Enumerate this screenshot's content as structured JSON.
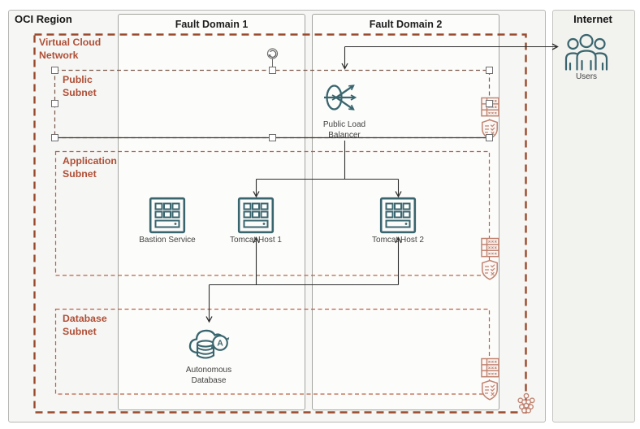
{
  "region": {
    "title": "OCI Region"
  },
  "internet": {
    "title": "Internet"
  },
  "fault_domains": [
    {
      "label": "Fault Domain 1"
    },
    {
      "label": "Fault Domain 2"
    }
  ],
  "vcn": {
    "label": "Virtual Cloud Network",
    "icon": "vcn-cluster-icon"
  },
  "subnets": [
    {
      "label": "Public Subnet",
      "state": "selected",
      "edge_icons": [
        "route-table-icon",
        "security-list-icon"
      ]
    },
    {
      "label": "Application Subnet",
      "edge_icons": [
        "route-table-icon",
        "security-list-icon"
      ]
    },
    {
      "label": "Database Subnet",
      "edge_icons": [
        "route-table-icon",
        "security-list-icon"
      ]
    }
  ],
  "nodes": {
    "load_balancer": {
      "label": "Public Load Balancer",
      "icon": "load-balancer-icon"
    },
    "bastion": {
      "label": "Bastion Service",
      "icon": "compute-icon"
    },
    "tomcat1": {
      "label": "Tomcat Host 1",
      "icon": "compute-icon"
    },
    "tomcat2": {
      "label": "Tomcat Host 2",
      "icon": "compute-icon"
    },
    "adb": {
      "label": "Autonomous Database",
      "icon": "autonomous-database-icon"
    },
    "users": {
      "label": "Users",
      "icon": "users-icon"
    }
  },
  "connections": [
    {
      "from": "load_balancer",
      "to": "users"
    },
    {
      "from": "load_balancer",
      "to": "tomcat1"
    },
    {
      "from": "load_balancer",
      "to": "tomcat2"
    },
    {
      "from": "tomcat1",
      "to": "adb"
    },
    {
      "from": "tomcat2",
      "to": "adb"
    }
  ],
  "colors": {
    "teal_icon": "#39656e",
    "vcn_border": "#9a4a2c",
    "subnet_border": "#bb6248",
    "subnet_label": "#b04f36",
    "edge_icon": "#c08472",
    "connector": "#2e2e2e",
    "region_fill": "#f6f6f4",
    "internet_fill": "#f2f2ef"
  }
}
